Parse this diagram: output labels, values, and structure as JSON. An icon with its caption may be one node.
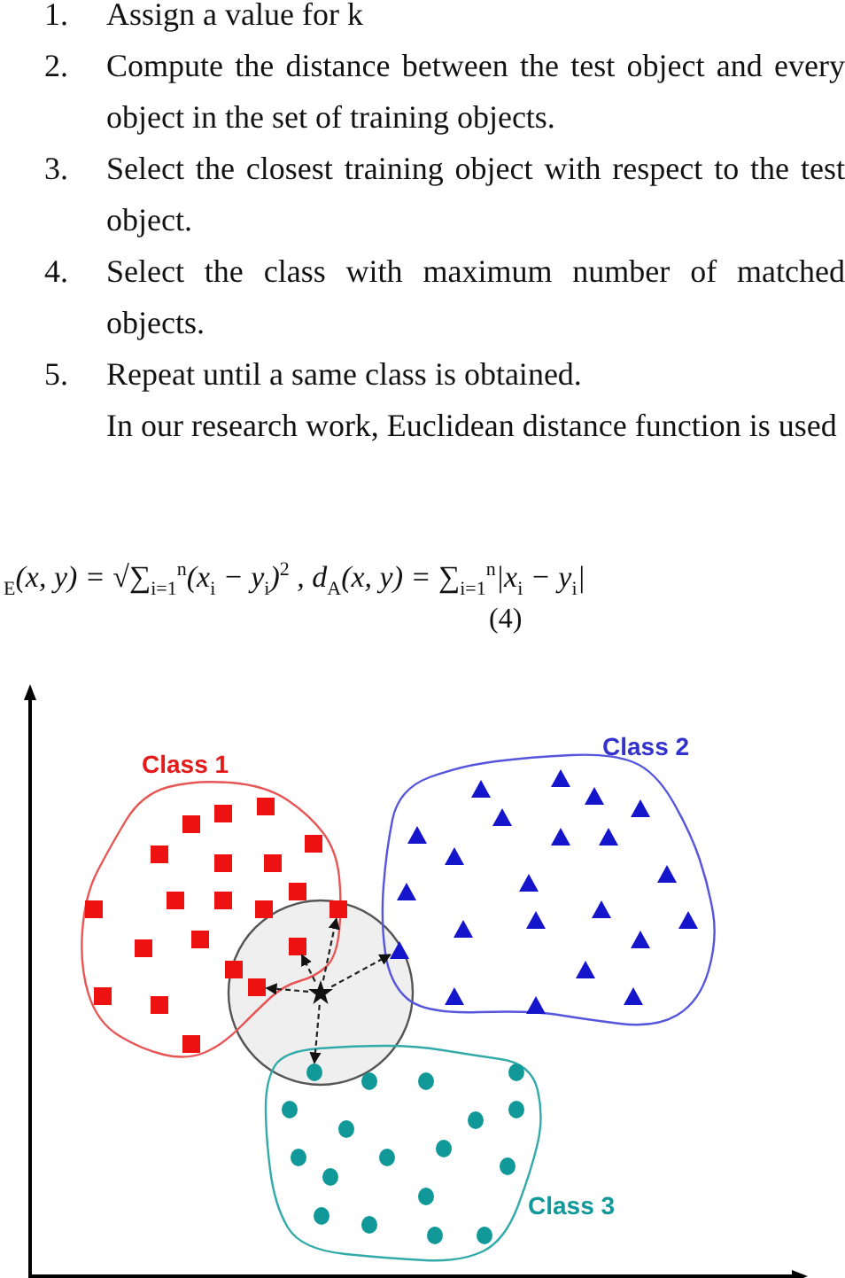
{
  "diagram": {
    "nodes": [
      {
        "text": [
          "Class 1"
        ]
      },
      {
        "text": [
          "Class 2"
        ]
      },
      {
        "text": [
          "Class 3"
        ]
      },
      {
        "text": [],
        "shape": "star"
      },
      {
        "text": [],
        "shape": "box",
        "in": 0
      },
      {
        "text": [],
        "shape": "box",
        "in": 0
      },
      {
        "text": [],
        "shape": "box",
        "in": 0
      },
      {
        "text": [],
        "shape": "triangle",
        "in": 1
      },
      {
        "text": [],
        "shape": "circle",
        "in": 2
      },
      {
        "text": [],
        "shape": "box",
        "in": 0
      },
      {
        "text": [],
        "shape": "box",
        "in": 0
      },
      {
        "text": [],
        "shape": "box",
        "in": 0
      },
      {
        "text": [],
        "shape": "box",
        "in": 0
      },
      {
        "text": [],
        "shape": "box",
        "in": 0
      },
      {
        "text": [],
        "shape": "box",
        "in": 0
      },
      {
        "text": [],
        "shape": "box",
        "in": 0
      },
      {
        "text": [],
        "shape": "box",
        "in": 0
      },
      {
        "text": [],
        "shape": "box",
        "in": 0
      },
      {
        "text": [],
        "shape": "box",
        "in": 0
      },
      {
        "text": [],
        "shape": "box",
        "in": 0
      },
      {
        "text": [],
        "shape": "box",
        "in": 0
      },
      {
        "text": [],
        "shape": "box",
        "in": 0
      },
      {
        "text": [],
        "shape": "box",
        "in": 0
      },
      {
        "text": [],
        "shape": "box",
        "in": 0
      },
      {
        "text": [],
        "shape": "box",
        "in": 0
      },
      {
        "text": [],
        "shape": "box",
        "in": 0
      },
      {
        "text": [],
        "shape": "box",
        "in": 0
      },
      {
        "text": [],
        "shape": "triangle",
        "in": 1
      },
      {
        "text": [],
        "shape": "triangle",
        "in": 1
      },
      {
        "text": [],
        "shape": "triangle",
        "in": 1
      },
      {
        "text": [],
        "shape": "triangle",
        "in": 1
      },
      {
        "text": [],
        "shape": "triangle",
        "in": 1
      },
      {
        "text": [],
        "shape": "triangle",
        "in": 1
      },
      {
        "text": [],
        "shape": "triangle",
        "in": 1
      },
      {
        "text": [],
        "shape": "triangle",
        "in": 1
      },
      {
        "text": [],
        "shape": "triangle",
        "in": 1
      },
      {
        "text": [],
        "shape": "triangle",
        "in": 1
      },
      {
        "text": [],
        "shape": "triangle",
        "in": 1
      },
      {
        "text": [],
        "shape": "triangle",
        "in": 1
      },
      {
        "text": [],
        "shape": "triangle",
        "in": 1
      },
      {
        "text": [],
        "shape": "triangle",
        "in": 1
      },
      {
        "text": [],
        "shape": "triangle",
        "in": 1
      },
      {
        "text": [],
        "shape": "triangle",
        "in": 1
      },
      {
        "text": [],
        "shape": "triangle",
        "in": 1
      },
      {
        "text": [],
        "shape": "triangle",
        "in": 1
      },
      {
        "text": [],
        "shape": "triangle",
        "in": 1
      },
      {
        "text": [],
        "shape": "triangle",
        "in": 1
      },
      {
        "text": [],
        "shape": "triangle",
        "in": 1
      },
      {
        "text": [],
        "shape": "circle",
        "in": 2
      },
      {
        "text": [],
        "shape": "circle",
        "in": 2
      },
      {
        "text": [],
        "shape": "circle",
        "in": 2
      },
      {
        "text": [],
        "shape": "circle",
        "in": 2
      },
      {
        "text": [],
        "shape": "circle",
        "in": 2
      },
      {
        "text": [],
        "shape": "circle",
        "in": 2
      },
      {
        "text": [],
        "shape": "circle",
        "in": 2
      },
      {
        "text": [],
        "shape": "circle",
        "in": 2
      },
      {
        "text": [],
        "shape": "circle",
        "in": 2
      },
      {
        "text": [],
        "shape": "circle",
        "in": 2
      },
      {
        "text": [],
        "shape": "circle",
        "in": 2
      },
      {
        "text": [],
        "shape": "circle",
        "in": 2
      },
      {
        "text": [],
        "shape": "circle",
        "in": 2
      },
      {
        "text": [],
        "shape": "circle",
        "in": 2
      },
      {
        "text": [],
        "shape": "circle",
        "in": 2
      },
      {
        "text": [],
        "shape": "circle",
        "in": 2
      },
      {
        "text": [],
        "shape": "circle",
        "in": 2
      }
    ],
    "edges": [
      {
        "from": 3,
        "to": 4,
        "arrow": "to",
        "style": "dashed"
      },
      {
        "from": 3,
        "to": 5,
        "arrow": "to",
        "style": "dashed"
      },
      {
        "from": 3,
        "to": 6,
        "arrow": "to",
        "style": "dashed"
      },
      {
        "from": 3,
        "to": 7,
        "arrow": "to",
        "style": "dashed"
      },
      {
        "from": 3,
        "to": 8,
        "arrow": "to",
        "style": "dashed"
      }
    ],
    "labels": [
      "1.",
      "Assign a value for k",
      "2.",
      "Compute the distance between the test object and every object in the set of training objects.",
      "3.",
      "Select the closest training object with respect to the test object.",
      "4.",
      "Select the class with maximum number of matched objects.",
      "5.",
      "Repeat until a same class is obtained.",
      "In our research work, Euclidean distance function is used",
      "$_{E}$(x, y) = √∑$_{i=1}$$^{n}$(x$_{i}$ − y$_{i}$)$^{2}$ , d$_{A}$(x, y) = ∑$_{i=1}$$^{n}$|x$_{i}$ − y$_{i}$|",
      "(4)"
    ]
  }
}
